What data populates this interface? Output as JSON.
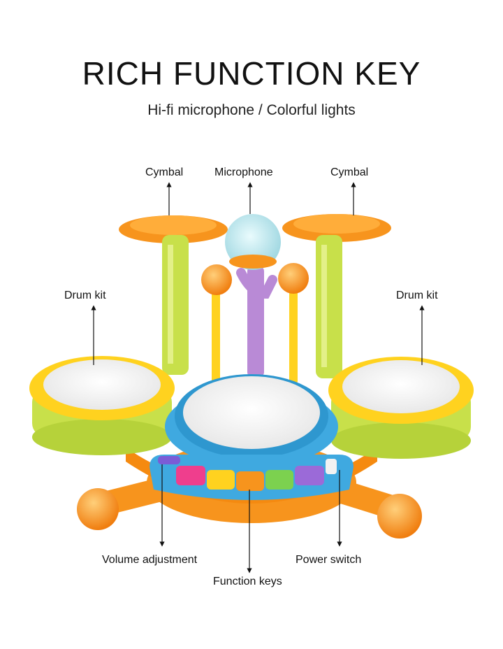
{
  "heading": {
    "title": "RICH FUNCTION KEY",
    "subtitle": "Hi-fi microphone / Colorful lights"
  },
  "callouts": {
    "cymbal_left": "Cymbal",
    "microphone": "Microphone",
    "cymbal_right": "Cymbal",
    "drum_kit_left": "Drum kit",
    "drum_kit_right": "Drum kit",
    "volume": "Volume adjustment",
    "power": "Power switch",
    "function_keys": "Function keys"
  },
  "colors": {
    "orange": "#f7941d",
    "lime": "#c8e04a",
    "yellow": "#ffd21f",
    "blue": "#3fa9e0",
    "purple": "#b98ad6",
    "drum_head": "#f4f4f4",
    "mic": "#bfe7ee"
  }
}
